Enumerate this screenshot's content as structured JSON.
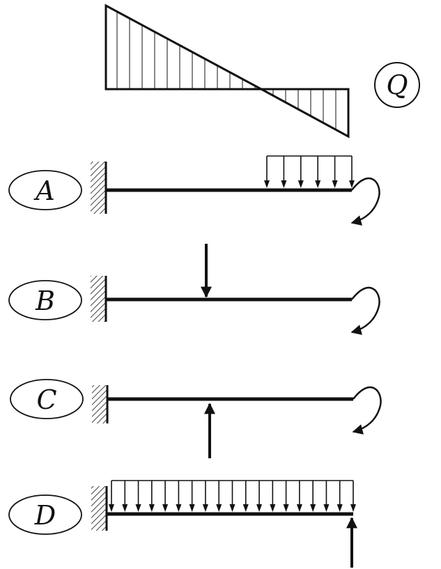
{
  "diagram": {
    "shear_diagram_label": "Q",
    "options": [
      {
        "label": "A"
      },
      {
        "label": "B"
      },
      {
        "label": "C"
      },
      {
        "label": "D"
      }
    ]
  }
}
